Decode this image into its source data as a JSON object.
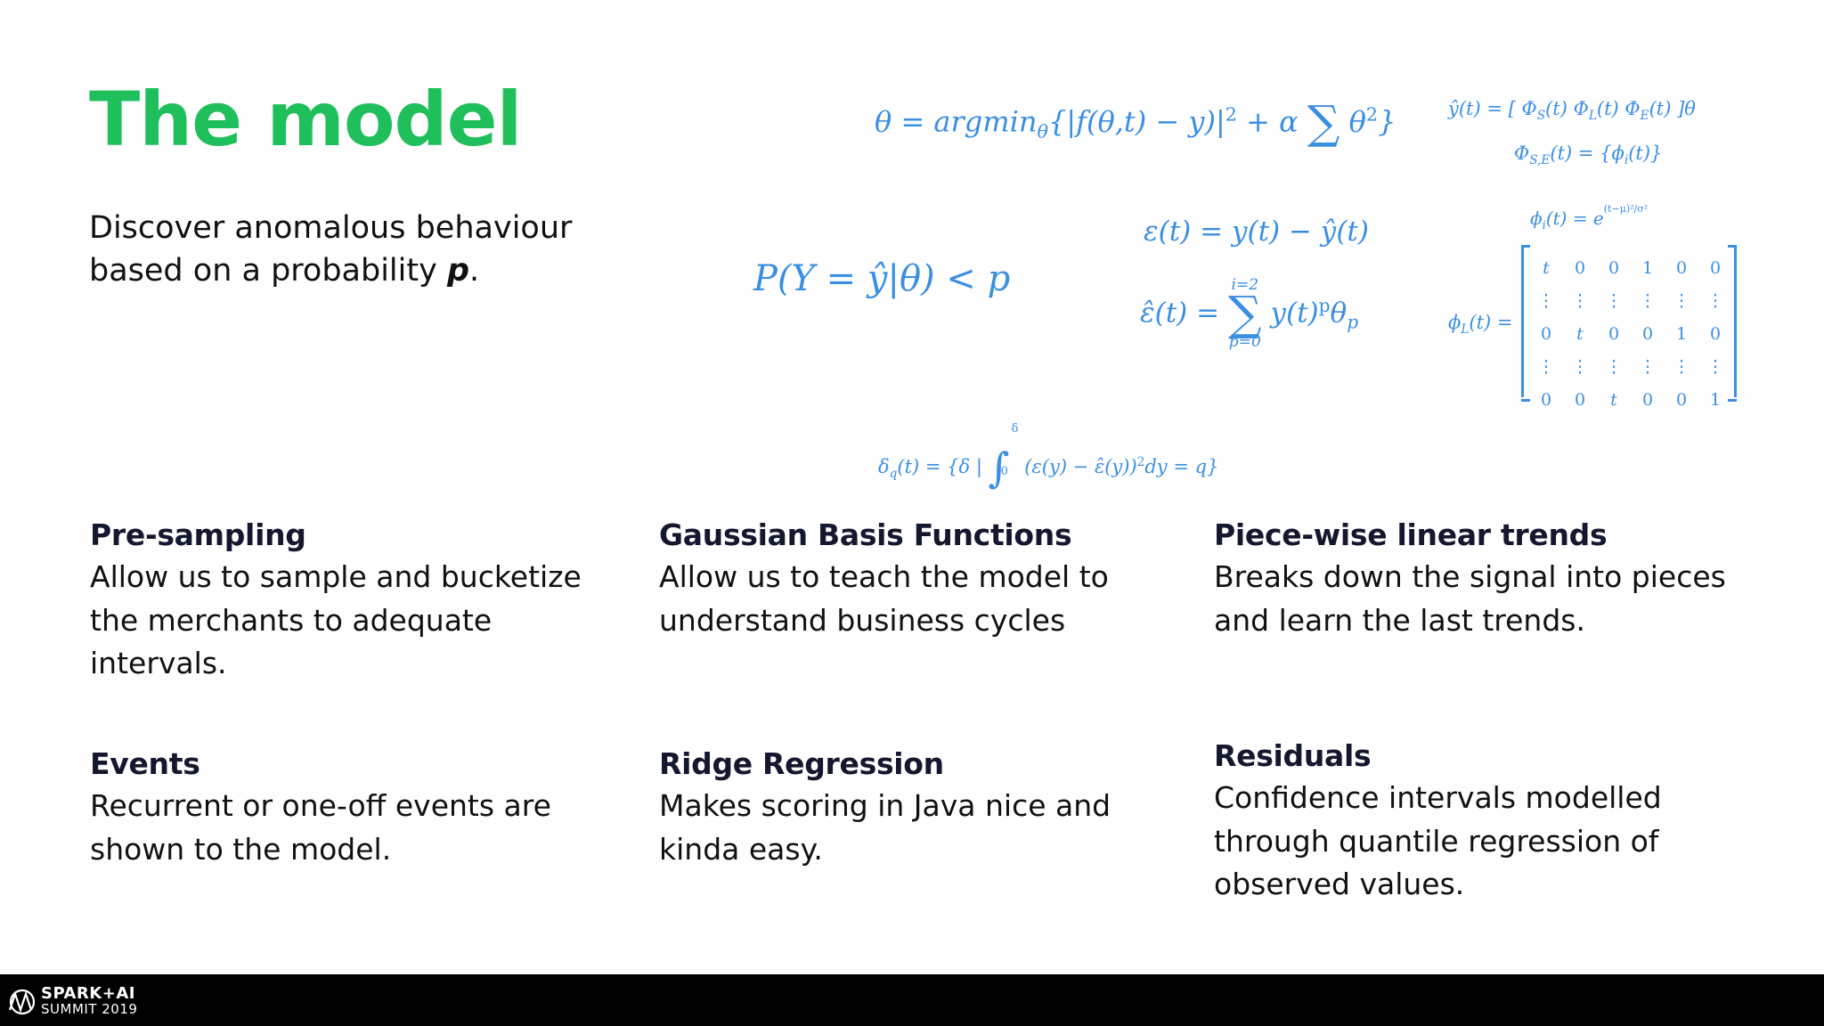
{
  "slide": {
    "title": "The model",
    "subtitle_prefix": "Discover anomalous behaviour based on a probability ",
    "subtitle_var": "p",
    "subtitle_suffix": "."
  },
  "formulas": {
    "objective": "θ = argmin",
    "objective_sub": "θ",
    "objective_body": "{|f(θ,t) − y)|",
    "objective_pow": "2",
    "objective_tail": " + α",
    "objective_sum": "∑",
    "objective_end": "θ",
    "objective_end_pow": "2",
    "objective_close": "}",
    "probability": "P(Y = ŷ|θ) < p",
    "residual": "ε(t) = y(t) − ŷ(t)",
    "resid_est_lhs": "ε̂(t) =",
    "resid_est_upper": "i=2",
    "resid_est_sigma": "∑",
    "resid_est_lower": "p=0",
    "resid_est_rhs": "y(t)",
    "resid_est_pow": "p",
    "resid_est_theta": "θ",
    "resid_est_sub": "p",
    "yhat": "ŷ(t) = [ Φ",
    "yhat_s": "S",
    "yhat_mid1": "(t)    Φ",
    "yhat_l": "L",
    "yhat_mid2": "(t)    Φ",
    "yhat_e": "E",
    "yhat_end": "(t) ]θ",
    "phi_se": "Φ",
    "phi_se_sub": "S,E",
    "phi_se_rhs": "(t) = {ϕ",
    "phi_se_i": "i",
    "phi_se_end": "(t)}",
    "phi_i": "ϕ",
    "phi_i_sub": "i",
    "phi_i_rhs": "(t) = e",
    "phi_i_exp": "(t−μ)²/σ²",
    "phi_l": "ϕ",
    "phi_l_sub": "L",
    "phi_l_rhs": "(t) =",
    "matrix_rows": [
      [
        "t",
        "0",
        "0",
        "1",
        "0",
        "0"
      ],
      [
        "⋮",
        "⋮",
        "⋮",
        "⋮",
        "⋮",
        "⋮"
      ],
      [
        "0",
        "t",
        "0",
        "0",
        "1",
        "0"
      ],
      [
        "⋮",
        "⋮",
        "⋮",
        "⋮",
        "⋮",
        "⋮"
      ],
      [
        "0",
        "0",
        "t",
        "0",
        "0",
        "1"
      ]
    ],
    "delta": "δ",
    "delta_sub": "q",
    "delta_mid": "(t) = {δ |",
    "delta_int": "∫",
    "delta_upper": "δ",
    "delta_lower": "0",
    "delta_body": "(ε(y) − ε̂(y))",
    "delta_pow": "2",
    "delta_end": "dy = q}"
  },
  "features": [
    {
      "title": "Pre-sampling",
      "body": "Allow us to sample  and bucketize the merchants  to adequate intervals."
    },
    {
      "title": "Gaussian Basis Functions",
      "body": "Allow us to teach the model to understand business cycles"
    },
    {
      "title": "Piece-wise linear trends",
      "body": "Breaks down the signal into pieces and learn the last trends."
    },
    {
      "title": "Events",
      "body": "Recurrent or one-off events are shown to the model."
    },
    {
      "title": "Ridge Regression",
      "body": "Makes scoring in Java nice and kinda easy."
    },
    {
      "title": "Residuals",
      "body": "Confidence intervals modelled through quantile regression of observed values."
    }
  ],
  "footer": {
    "logo_line1": "SPARK+AI",
    "logo_line2": "SUMMIT 2019",
    "logo_icon": "spark-ai-logo-icon"
  },
  "colors": {
    "title_green": "#1fbf5b",
    "formula_blue": "#3b8fe0",
    "heading_navy": "#14182e",
    "footer_black": "#000000"
  }
}
